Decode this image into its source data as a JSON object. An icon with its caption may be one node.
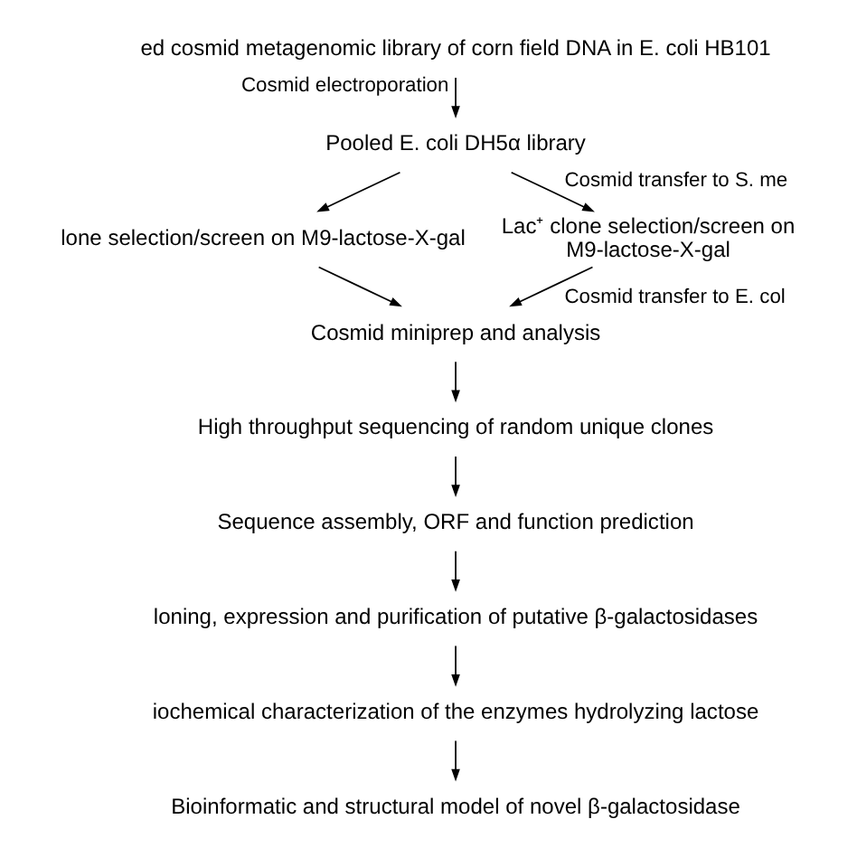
{
  "diagram": {
    "nodes": [
      {
        "text": [
          "ed cosmid metagenomic library of corn field DNA in E. coli HB101"
        ]
      },
      {
        "text": [
          "Pooled E. coli DH5α library"
        ]
      },
      {
        "text": [
          "lone selection/screen on M9-lactose-X-gal"
        ]
      },
      {
        "text": [
          "Lac⁺ clone selection/screen on M9-lactose-X-gal"
        ]
      },
      {
        "text": [
          "Cosmid miniprep and analysis"
        ]
      },
      {
        "text": [
          "High throughput sequencing of random unique clones"
        ]
      },
      {
        "text": [
          "Sequence assembly, ORF and function prediction"
        ]
      },
      {
        "text": [
          "loning, expression and purification of putative β-galactosidases"
        ]
      },
      {
        "text": [
          "iochemical characterization of the enzymes hydrolyzing lactose"
        ]
      },
      {
        "text": [
          "Bioinformatic and structural model of novel β-galactosidase"
        ]
      }
    ],
    "edges": [
      {
        "from": 0,
        "to": 1,
        "arrow": "to",
        "label": "Cosmid electroporation"
      },
      {
        "from": 1,
        "to": 2,
        "arrow": "to"
      },
      {
        "from": 1,
        "to": 3,
        "arrow": "to",
        "label": "Cosmid transfer to S. me"
      },
      {
        "from": 2,
        "to": 4,
        "arrow": "to"
      },
      {
        "from": 3,
        "to": 4,
        "arrow": "to",
        "label": "Cosmid transfer to E. col"
      },
      {
        "from": 4,
        "to": 5,
        "arrow": "to"
      },
      {
        "from": 5,
        "to": 6,
        "arrow": "to"
      },
      {
        "from": 6,
        "to": 7,
        "arrow": "to"
      },
      {
        "from": 7,
        "to": 8,
        "arrow": "to"
      },
      {
        "from": 8,
        "to": 9,
        "arrow": "to"
      }
    ]
  }
}
